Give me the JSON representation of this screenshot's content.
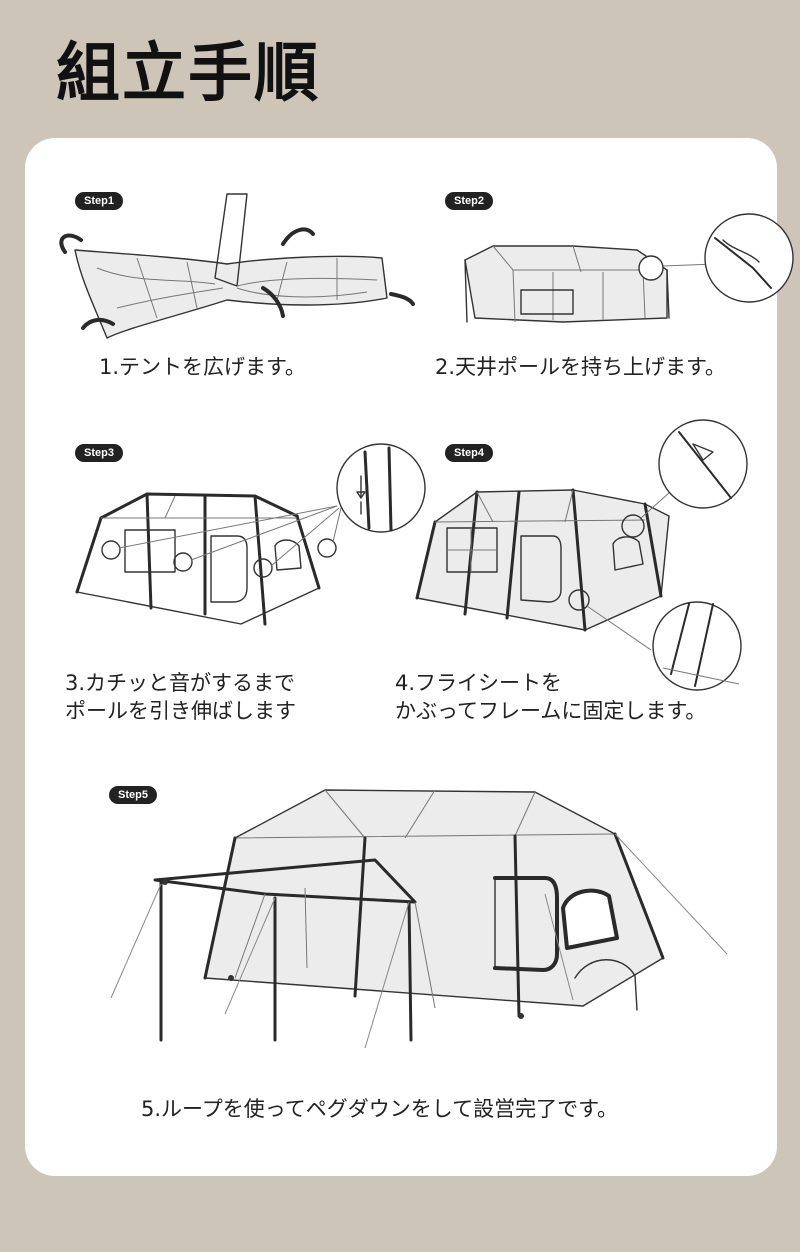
{
  "title": "組立手順",
  "steps": [
    {
      "badge": "Step1",
      "caption": "1.テントを広げます。",
      "illustration_icon": "unfolded-tent-icon"
    },
    {
      "badge": "Step2",
      "caption": "2.天井ポールを持ち上げます。",
      "illustration_icon": "raised-tent-frame-icon"
    },
    {
      "badge": "Step3",
      "caption_line1": "3.カチッと音がするまで",
      "caption_line2": "ポールを引き伸ばします",
      "illustration_icon": "extended-pole-tent-icon"
    },
    {
      "badge": "Step4",
      "caption_line1": "4.フライシートを",
      "caption_line2": "かぶってフレームに固定します。",
      "illustration_icon": "fly-sheet-tent-icon"
    },
    {
      "badge": "Step5",
      "caption": "5.ループを使ってペグダウンをして設営完了です。",
      "illustration_icon": "pegged-tent-with-awning-icon"
    }
  ],
  "colors": {
    "background": "#cdc6b8",
    "card": "#ffffff",
    "badge": "#222222",
    "text": "#222222"
  }
}
